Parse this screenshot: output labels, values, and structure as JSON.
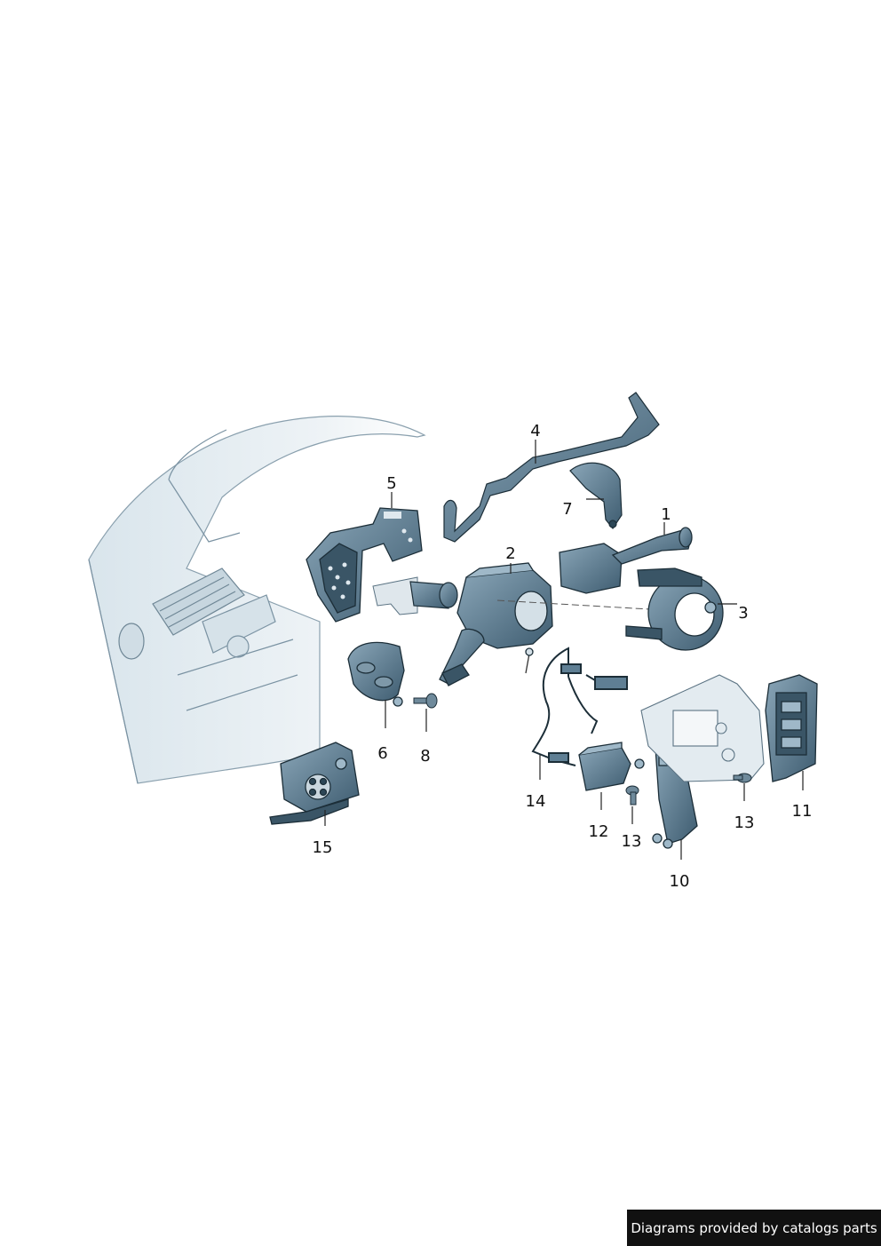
{
  "diagram": {
    "colors": {
      "part_fill": "#5f7f94",
      "part_dark": "#2c4656",
      "part_light": "#9fb8c8",
      "dashboard_fill": "#e6eef3",
      "outline": "#1c2e38",
      "line": "#222222"
    },
    "callouts": [
      {
        "id": "1",
        "label": "1"
      },
      {
        "id": "2",
        "label": "2"
      },
      {
        "id": "3",
        "label": "3"
      },
      {
        "id": "4",
        "label": "4"
      },
      {
        "id": "5",
        "label": "5"
      },
      {
        "id": "6",
        "label": "6"
      },
      {
        "id": "7",
        "label": "7"
      },
      {
        "id": "8",
        "label": "8"
      },
      {
        "id": "10",
        "label": "10"
      },
      {
        "id": "11",
        "label": "11"
      },
      {
        "id": "12",
        "label": "12"
      },
      {
        "id": "13a",
        "label": "13"
      },
      {
        "id": "13b",
        "label": "13"
      },
      {
        "id": "14",
        "label": "14"
      },
      {
        "id": "15",
        "label": "15"
      }
    ]
  },
  "footer": {
    "credit": "Diagrams provided by catalogs parts",
    "background": "#111111",
    "text_color": "#ffffff"
  }
}
